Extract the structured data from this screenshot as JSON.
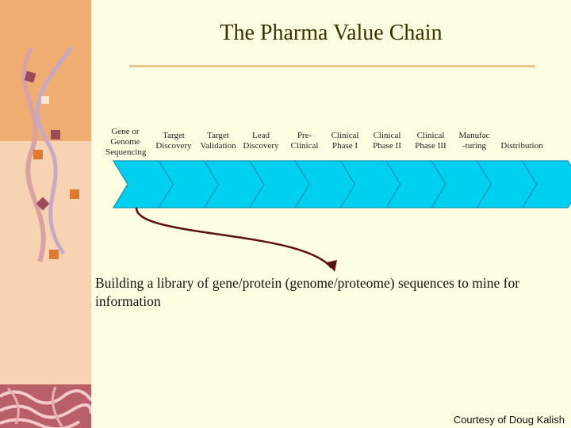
{
  "title": "The Pharma Value Chain",
  "stages": [
    {
      "id": "gene",
      "text": "Gene or\nGenome\nSequencing"
    },
    {
      "id": "target-discovery",
      "text": "Target\nDiscovery"
    },
    {
      "id": "target-validation",
      "text": "Target\nValidation"
    },
    {
      "id": "lead-discovery",
      "text": "Lead\nDiscovery"
    },
    {
      "id": "pre-clinical",
      "text": "Pre-\nClinical"
    },
    {
      "id": "clinical-1",
      "text": "Clinical\nPhase I"
    },
    {
      "id": "clinical-2",
      "text": "Clinical\nPhase II"
    },
    {
      "id": "clinical-3",
      "text": "Clinical\nPhase III"
    },
    {
      "id": "manufacturing",
      "text": "Manufac\n-turing"
    },
    {
      "id": "distribution",
      "text": "Distribution"
    }
  ],
  "description": "Building a library of gene/protein (genome/proteome) sequences to mine for information",
  "credit": "Courtesy of Doug Kalish",
  "colors": {
    "chain_fill": "#00d0f0",
    "chain_divider": "#0095b5",
    "arrow": "#5c1010",
    "title": "#3a3000"
  }
}
